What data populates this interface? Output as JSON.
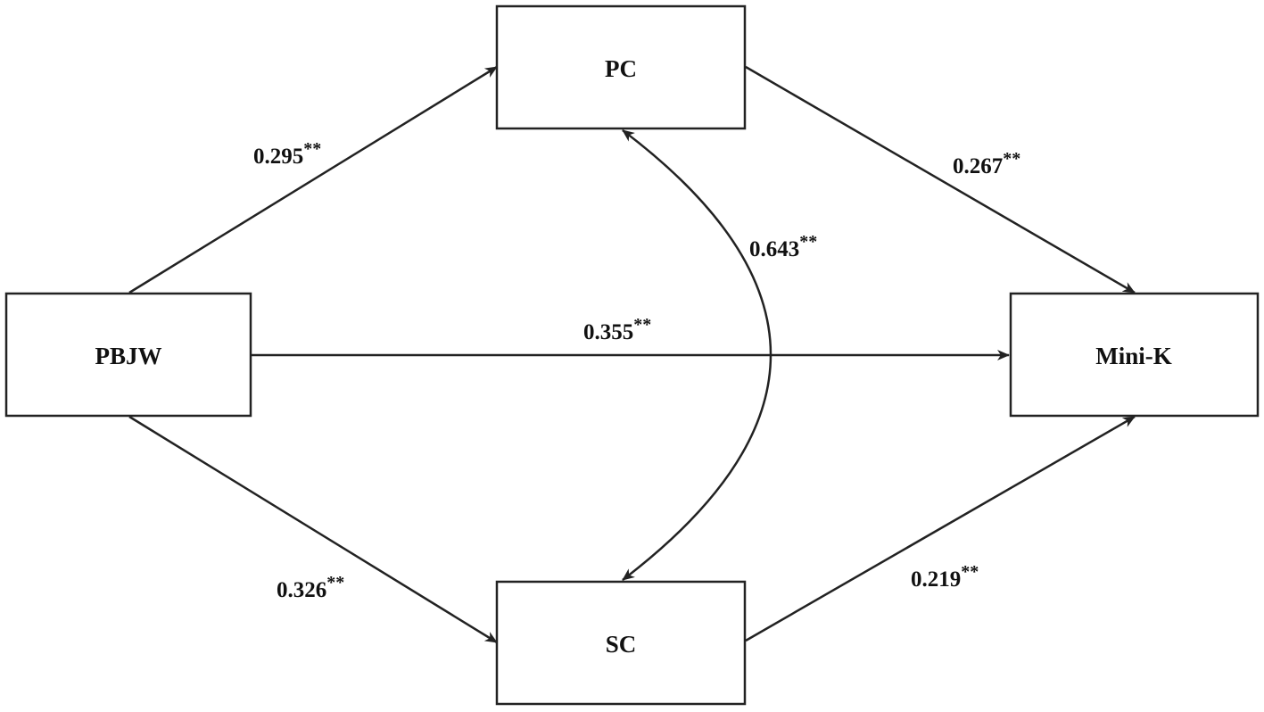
{
  "nodes": {
    "pc": {
      "label": "PC"
    },
    "pbjw": {
      "label": "PBJW"
    },
    "mini_k": {
      "label": "Mini-K"
    },
    "sc": {
      "label": "SC"
    }
  },
  "edges": {
    "pbjw_pc": {
      "coef": "0.295",
      "sig": "**"
    },
    "pc_mini_k": {
      "coef": "0.267",
      "sig": "**"
    },
    "pc_sc": {
      "coef": "0.643",
      "sig": "**"
    },
    "pbjw_mini_k": {
      "coef": "0.355",
      "sig": "**"
    },
    "pbjw_sc": {
      "coef": "0.326",
      "sig": "**"
    },
    "sc_mini_k": {
      "coef": "0.219",
      "sig": "**"
    }
  },
  "colors": {
    "stroke": "#222222",
    "text": "#111111",
    "background": "#ffffff"
  }
}
